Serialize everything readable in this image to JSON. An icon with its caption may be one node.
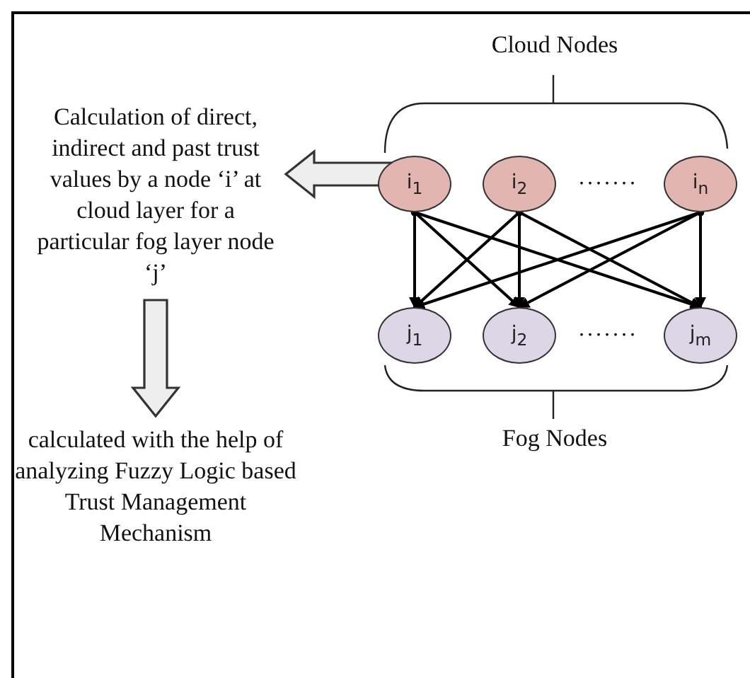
{
  "diagram": {
    "nodes": [
      {
        "text": [
          "i$_{1}$"
        ]
      },
      {
        "text": [
          "i$_{2}$"
        ]
      },
      {
        "text": [
          "i$_{n}$"
        ]
      },
      {
        "text": [
          "j$_{1}$"
        ]
      },
      {
        "text": [
          "j$_{2}$"
        ]
      },
      {
        "text": [
          "j$_{m}$"
        ]
      },
      {
        "text": [
          "Calculation of direct, indirect and past trust values by a node ‘i’ at cloud layer for a particular fog layer node ‘j’"
        ]
      },
      {
        "text": [
          "calculated with the help of analyzing Fuzzy Logic based Trust Management Mechanism"
        ]
      }
    ],
    "edges": [
      {
        "from": 0,
        "to": 3,
        "arrow": "to"
      },
      {
        "from": 0,
        "to": 4,
        "arrow": "to"
      },
      {
        "from": 0,
        "to": 5,
        "arrow": "to"
      },
      {
        "from": 1,
        "to": 3,
        "arrow": "to"
      },
      {
        "from": 1,
        "to": 4,
        "arrow": "to"
      },
      {
        "from": 1,
        "to": 5,
        "arrow": "to"
      },
      {
        "from": 2,
        "to": 3,
        "arrow": "to"
      },
      {
        "from": 2,
        "to": 4,
        "arrow": "to"
      },
      {
        "from": 2,
        "to": 5,
        "arrow": "to"
      },
      {
        "from": null,
        "to": 6,
        "arrow": "to",
        "style": "thick"
      },
      {
        "from": 6,
        "to": 7,
        "arrow": "to",
        "style": "thick"
      }
    ],
    "labels": [
      "Cloud Nodes",
      ".......",
      ".......",
      "Fog Nodes"
    ]
  }
}
